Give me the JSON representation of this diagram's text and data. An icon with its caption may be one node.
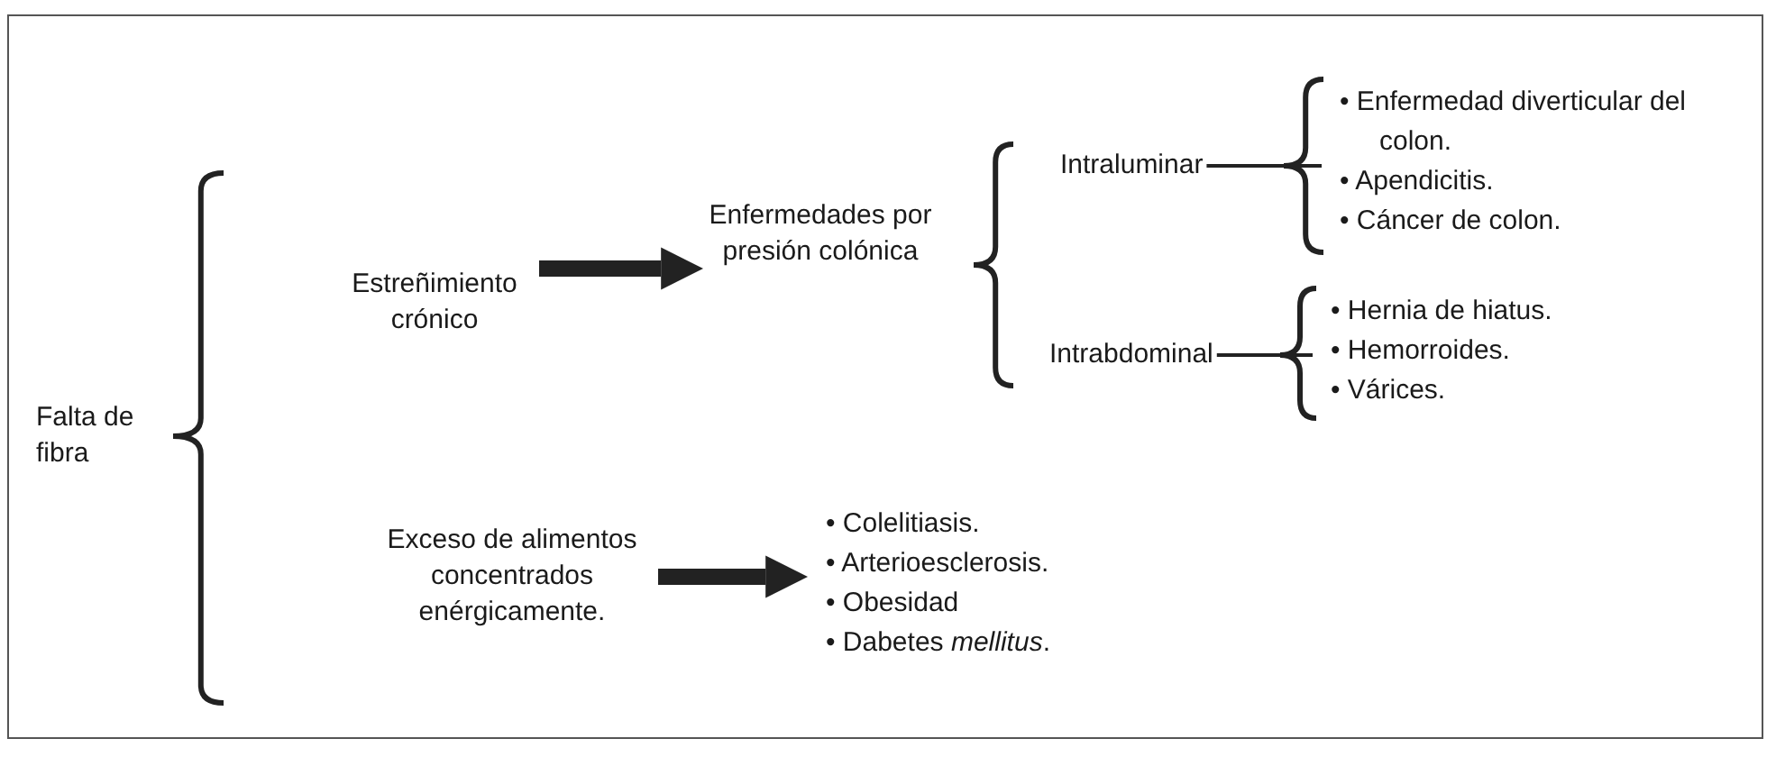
{
  "diagram": {
    "nodes": [
      {
        "text": [
          "Falta de fibra"
        ]
      },
      {
        "text": [
          "Estreñimiento crónico"
        ]
      },
      {
        "text": [
          "Enfermedades por presión colónica"
        ]
      },
      {
        "text": [
          "Intraluminar"
        ]
      },
      {
        "text": [
          "• Enfermedad diverticular del colon.",
          "• Apendicitis.",
          "• Cáncer de colon."
        ]
      },
      {
        "text": [
          "Intrabdominal"
        ]
      },
      {
        "text": [
          "• Hernia de hiatus.",
          "• Hemorroides.",
          "• Várices."
        ]
      },
      {
        "text": [
          "Exceso de alimentos concentrados enérgicamente."
        ]
      },
      {
        "text": [
          "• Colelitiasis.",
          "• Arterioesclerosis.",
          "• Obesidad",
          "• Dabetes *mellitus*."
        ]
      }
    ],
    "edges": [
      {
        "from": 1,
        "to": 2,
        "arrow": "to",
        "style": "thick"
      },
      {
        "from": 3,
        "to": 4,
        "arrow": "none"
      },
      {
        "from": 5,
        "to": 6,
        "arrow": "none"
      },
      {
        "from": 7,
        "to": 8,
        "arrow": "to",
        "style": "thick"
      }
    ]
  }
}
